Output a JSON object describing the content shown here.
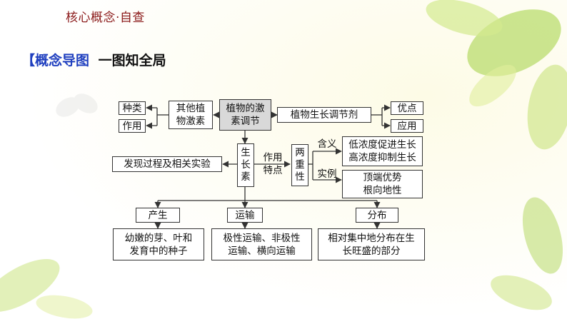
{
  "header": {
    "text": "核心概念·自查"
  },
  "title": {
    "bracket_part": "【概念导图",
    "rest_part": "一图知全局"
  },
  "diagram": {
    "nodes": {
      "types": "种类",
      "use_left": "作用",
      "other_hormones": "其他植\n物激素",
      "hormone_regulation": "植物的激\n素调节",
      "growth_regulator": "植物生长调节剂",
      "advantages": "优点",
      "application": "应用",
      "discovery": "发现过程及相关实验",
      "auxin": "生\n长\n素",
      "dual_nature": "两\n重\n性",
      "low_high": "低浓度促进生长\n高浓度抑制生长",
      "examples_box": "顶端优势\n根向地性",
      "production": "产生",
      "transport": "运输",
      "distribution": "分布",
      "production_detail": "幼嫩的芽、叶和\n发育中的种子",
      "transport_detail": "极性运输、非极性\n运输、横向运输",
      "distribution_detail": "相对集中地分布在生\n长旺盛的部分"
    },
    "labels": {
      "action_feature": "作用\n特点",
      "meaning": "含义",
      "example": "实例"
    }
  }
}
